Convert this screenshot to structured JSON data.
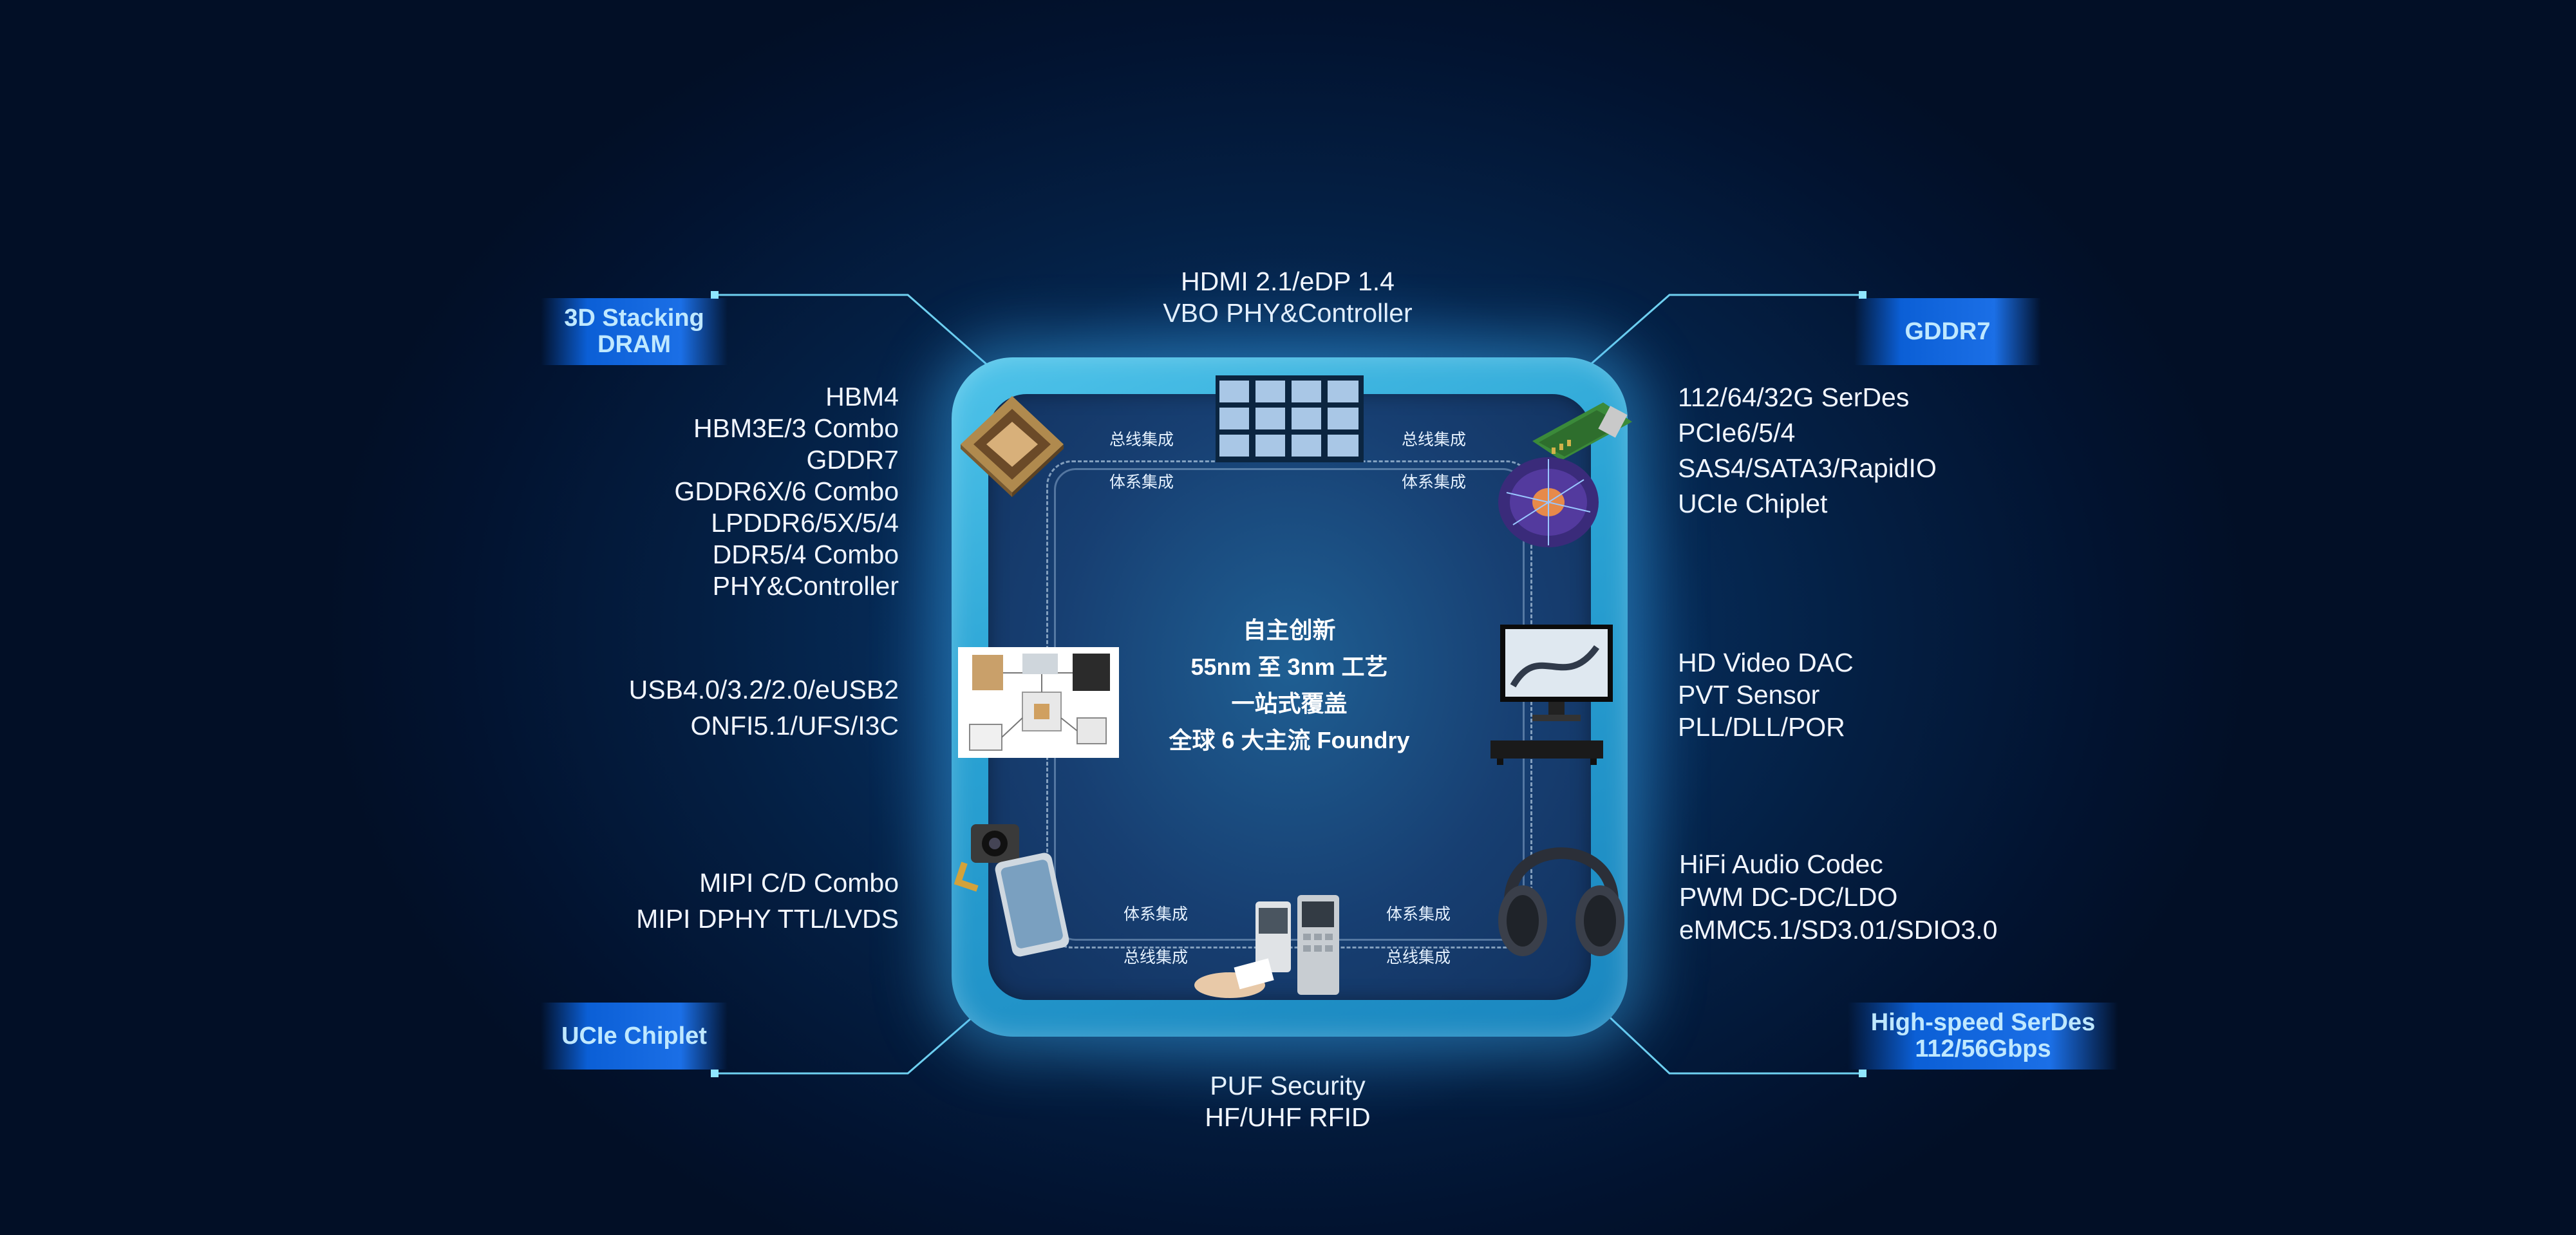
{
  "badges": {
    "top_left": [
      "3D Stacking",
      "DRAM"
    ],
    "top_right": "GDDR7",
    "bottom_left": "UCIe Chiplet",
    "bottom_right": [
      "High-speed SerDes",
      "112/56Gbps"
    ]
  },
  "top_text": [
    "HDMI 2.1/eDP 1.4",
    "VBO PHY&Controller"
  ],
  "bottom_text": [
    "PUF Security",
    "HF/UHF RFID"
  ],
  "left_groups": {
    "memory": [
      "HBM4",
      "HBM3E/3 Combo",
      "GDDR7",
      "GDDR6X/6 Combo",
      "LPDDR6/5X/5/4",
      "DDR5/4 Combo",
      "PHY&Controller"
    ],
    "usb": [
      "USB4.0/3.2/2.0/eUSB2",
      "ONFI5.1/UFS/I3C"
    ],
    "mipi": [
      "MIPI C/D Combo",
      "MIPI DPHY TTL/LVDS"
    ]
  },
  "right_groups": {
    "serdes": [
      "112/64/32G SerDes",
      "PCIe6/5/4",
      "SAS4/SATA3/RapidIO",
      "UCIe Chiplet"
    ],
    "video": [
      "HD Video DAC",
      "PVT Sensor",
      "PLL/DLL/POR"
    ],
    "audio": [
      "HiFi Audio Codec",
      "PWM DC-DC/LDO",
      "eMMC5.1/SD3.01/SDIO3.0"
    ]
  },
  "center_text": [
    "自主创新",
    "55nm 至 3nm 工艺",
    "一站式覆盖",
    "全球 6 大主流 Foundry"
  ],
  "track_labels": {
    "bus": "总线集成",
    "system": "体系集成"
  },
  "colors": {
    "badge_text": "#bfe8ff",
    "badge_fill": "#0b5fd6",
    "frame": "#2aa3d4",
    "connector": "#6fd0f0"
  },
  "images": [
    "chip-image",
    "video-wall-image",
    "network-card-image",
    "circuit-orb-image",
    "block-diagram-image",
    "monitor-image",
    "camera-phone-image",
    "access-control-image",
    "headphones-image"
  ]
}
